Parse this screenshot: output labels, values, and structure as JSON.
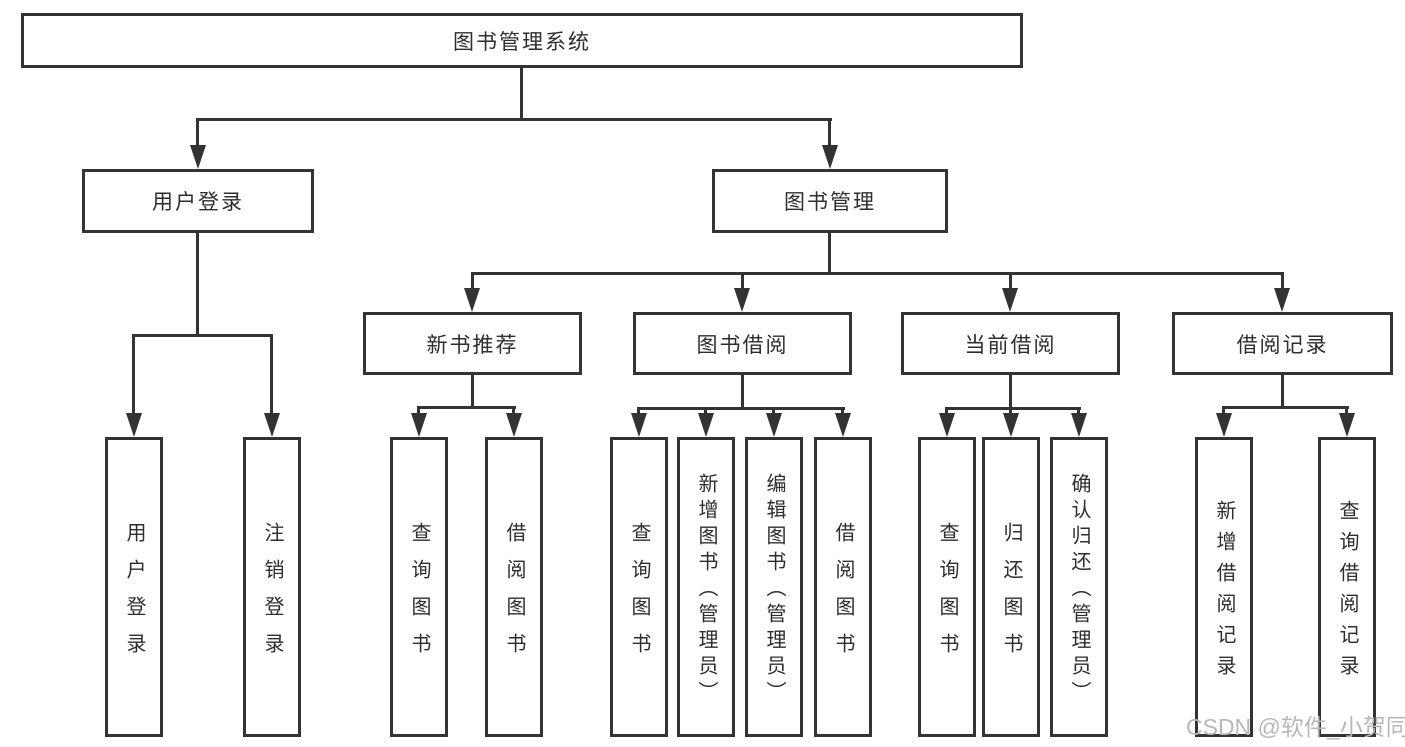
{
  "nodes": {
    "root": {
      "label": "图书管理系统"
    },
    "level2": [
      {
        "label": "用户登录"
      },
      {
        "label": "图书管理"
      }
    ],
    "level3": [
      {
        "label": "新书推荐"
      },
      {
        "label": "图书借阅"
      },
      {
        "label": "当前借阅"
      },
      {
        "label": "借阅记录"
      }
    ],
    "leaves": [
      {
        "label": "用户登录"
      },
      {
        "label": "注销登录"
      },
      {
        "label": "查询图书"
      },
      {
        "label": "借阅图书"
      },
      {
        "label": "查询图书"
      },
      {
        "label": "新增图书（管理员）"
      },
      {
        "label": "编辑图书（管理员）"
      },
      {
        "label": "借阅图书"
      },
      {
        "label": "查询图书"
      },
      {
        "label": "归还图书"
      },
      {
        "label": "确认归还（管理员）"
      },
      {
        "label": "新增借阅记录"
      },
      {
        "label": "查询借阅记录"
      }
    ]
  },
  "watermark": "CSDN @软件_小贺同学",
  "colors": {
    "line": "#333333",
    "border": "#333333",
    "text": "#2e2e2e",
    "watermark": "#b8b8b8",
    "background": "#ffffff"
  }
}
